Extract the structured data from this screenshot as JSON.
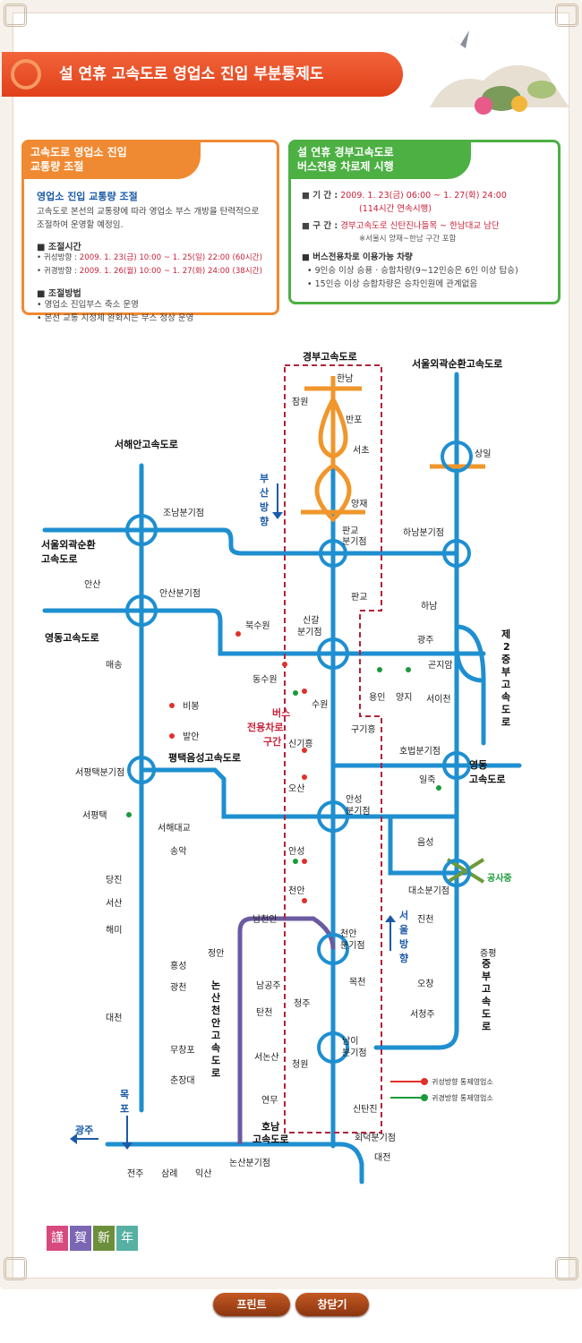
{
  "title": "설 연휴 고속도로 영업소 진입 부분통제도",
  "left_box": {
    "tab": [
      "고속도로 영업소 진입",
      "교통량 조절"
    ],
    "subtitle": "영업소 진입 교통량 조절",
    "desc": [
      "고속도로 본선의 교통량에 따라 영업소 부스 개방을 탄력적으로",
      "조절하여 운영할 예정임."
    ],
    "time_header": "■ 조절시간",
    "time_items": [
      {
        "label": "• 귀성방향 : ",
        "value": "2009. 1. 23(금) 10:00 ~ 1. 25(일) 22:00 (60시간)"
      },
      {
        "label": "• 귀경방향 : ",
        "value": "2009. 1. 26(월) 10:00 ~ 1. 27(화) 24:00 (38시간)"
      }
    ],
    "method_header": "■ 조절방법",
    "method_items": [
      "• 영업소 진입부스 축소 운영",
      "• 본선 교통 지정체 완화시는 부스 정상 운영"
    ]
  },
  "right_box": {
    "tab": [
      "설 연휴 경부고속도로",
      "버스전용 차로제 시행"
    ],
    "period_label": "■ 기     간 :",
    "period_value": "2009. 1. 23(금) 06:00 ~ 1. 27(화) 24:00",
    "period_note": "(114시간 연속시행)",
    "section_label": "■ 구     간 :",
    "section_value": "경부고속도로 신탄진나들목 ~ 한남대교 남단",
    "section_note": "※서울시 양재~한남 구간 포함",
    "vehicle_header": "■ 버스전용차로 이용가능 차량",
    "vehicle_items": [
      "• 9인승 이상 승용 · 승합차량(9~12인승은 6인 이상 탑승)",
      "• 15인승 이상 승합차량은 승차인원에 관계없음"
    ]
  },
  "map": {
    "highways": {
      "gyeongbu": "경부고속도로",
      "seoul_ring_top": "서울외곽순환고속도로",
      "seohaean": "서해안고속도로",
      "seoul_ring_left": [
        "서울외곽순환",
        "고속도로"
      ],
      "yeongdong_left": "영동고속도로",
      "pyeongtaek": "평택음성고속도로",
      "jungbu2": [
        "제",
        "2",
        "중",
        "부",
        "고",
        "속",
        "도",
        "로"
      ],
      "yeongdong_right": [
        "영동",
        "고속도로"
      ],
      "jungbu": [
        "중",
        "부",
        "고",
        "속",
        "도",
        "로"
      ],
      "nonsan": [
        "논",
        "산",
        "천",
        "안",
        "고",
        "속",
        "도",
        "로"
      ],
      "honam": [
        "호남",
        "고속도로"
      ]
    },
    "labels": {
      "hannam": "한남",
      "jamwon": "잠원",
      "banpo": "반포",
      "seocho": "서초",
      "yangjae": "양재",
      "pangyo_jct": [
        "판교",
        "분기점"
      ],
      "pangyo": "판교",
      "singal_jct": [
        "신갈",
        "분기점"
      ],
      "sangil": "상일",
      "hanam_jct": "하남분기점",
      "hanam": "하남",
      "gwangju": "광주",
      "gonjiam": "곤지암",
      "yongin": "용인",
      "yangji": "양지",
      "seoicheon": "서이천",
      "hobeop_jct": "호법분기점",
      "iljuk": "일죽",
      "eumseong": "음성",
      "daeso_jct": "대소분기점",
      "jincheon": "진천",
      "jeungpyeong": "증평",
      "ochang": "오창",
      "seocheongju": "서청주",
      "joman_jct": "조남분기점",
      "ansan": "안산",
      "ansan_jct": "안산분기점",
      "buksuwon": "북수원",
      "dongsuwon": "동수원",
      "suwon": "수원",
      "guri": "구기흥",
      "sin_giheung": "신기흥",
      "osan": "오산",
      "anseong_jct": [
        "안성",
        "분기점"
      ],
      "anseong": "안성",
      "cheonan": "천안",
      "namcheonan": "남천안",
      "cheonan_jct": [
        "천안",
        "분기점"
      ],
      "mokcheon": "목천",
      "cheongju": "청주",
      "nami_jct": [
        "남이",
        "분기점"
      ],
      "cheongwon": "청원",
      "sintanjin": "신탄진",
      "hoedeok_jct": "회덕분기점",
      "daejeon": "대전",
      "maesong": "매송",
      "bibong": "비봉",
      "balan": "발안",
      "seopyeongtaek_jct": "서평택분기점",
      "seopyeongtaek": "서평택",
      "seohae_bridge": "서해대교",
      "songak": "송악",
      "dangjin": "당진",
      "seosan": "서산",
      "haemi": "해미",
      "hongseong": "홍성",
      "gwangcheon": "광천",
      "daecheon": "대천",
      "muchangpo": "무창포",
      "chunjangdae": "춘장대",
      "jeongan": "정안",
      "namgongju": "남공주",
      "tancheon": "탄천",
      "seononsan": "서논산",
      "yeonmu": "연무",
      "nonsan_jct": "논산분기점",
      "jeonju": "전주",
      "samnye": "삼례",
      "iksan": "익산",
      "mokpo": [
        "목",
        "포"
      ],
      "gwangju_dest": "광주",
      "construction": "공사중"
    },
    "directions": {
      "busan": [
        "부",
        "산",
        "방",
        "향"
      ],
      "seoul": [
        "서",
        "울",
        "방",
        "향"
      ]
    },
    "bus_lane": [
      "버스",
      "전용차로",
      "구간"
    ],
    "legend": {
      "homebound": "귀성방향 통제영업소",
      "returnbound": "귀경방향 통제영업소"
    },
    "colors": {
      "road": "#1e8fd0",
      "seoul_road": "#f0962b",
      "nonsan_road": "#6b5aa0",
      "construction_road": "#6d9a3a",
      "bus_lane": "#b0243c",
      "home_marker": "#e0302a",
      "return_marker": "#1a9a3a"
    }
  },
  "new_year_stamps": [
    "謹",
    "賀",
    "新",
    "年"
  ],
  "buttons": {
    "print": "프린트",
    "close": "창닫기"
  }
}
